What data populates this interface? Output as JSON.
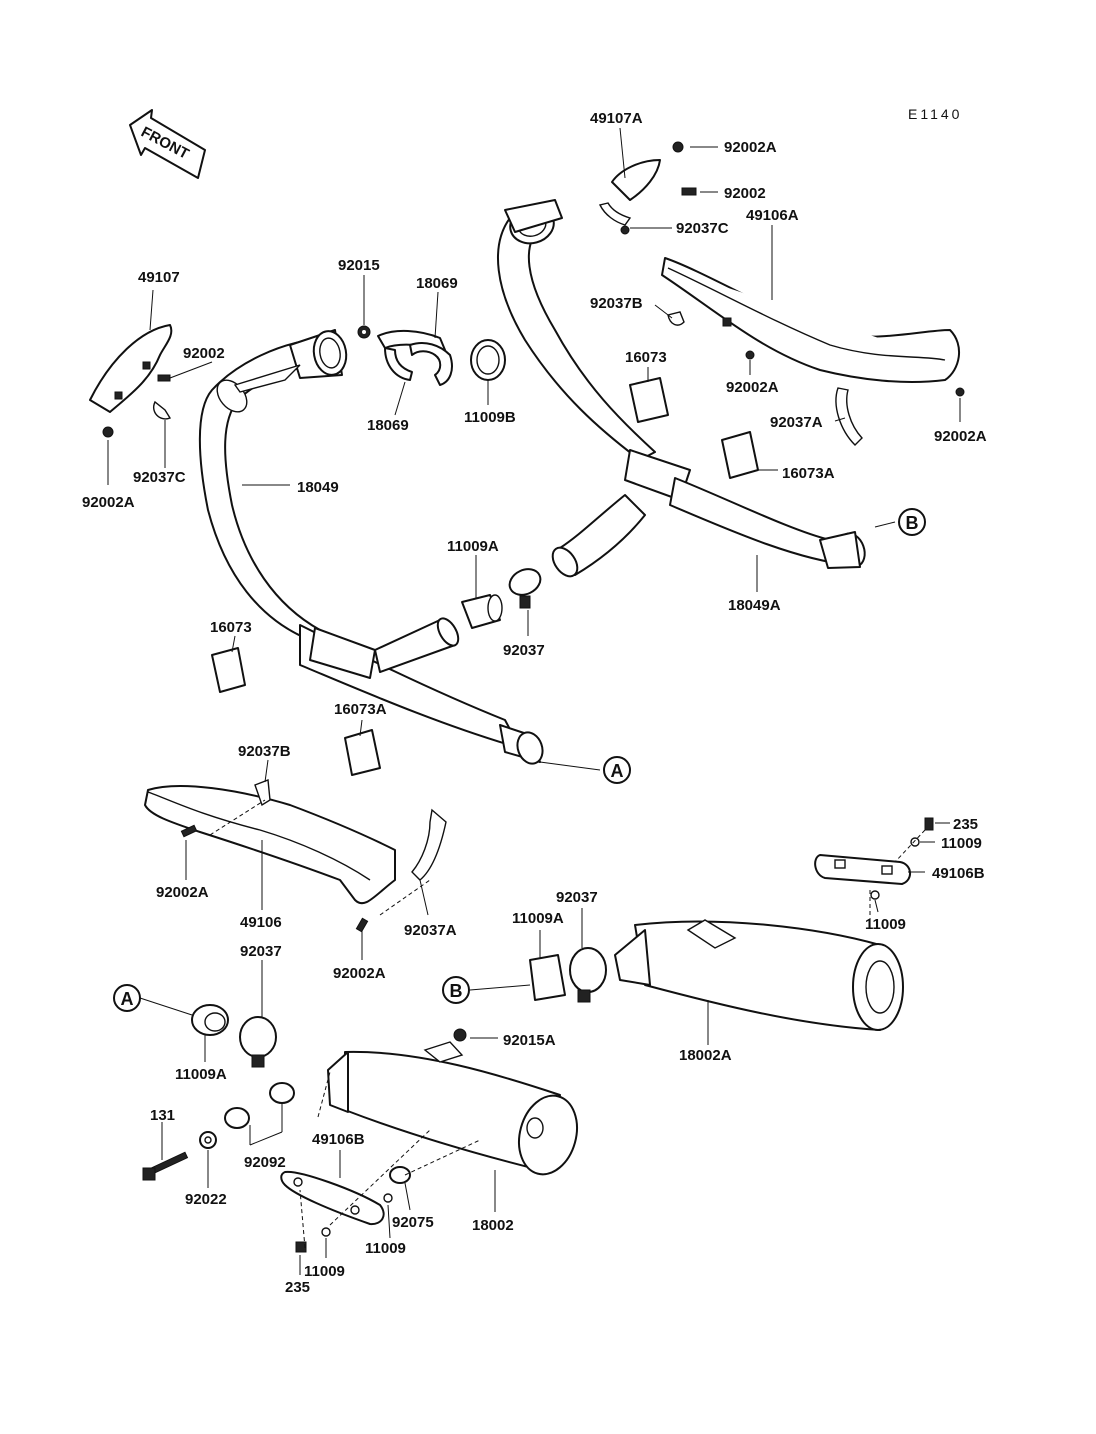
{
  "diagram_code": "E1140",
  "front_label": "FRONT",
  "callouts": {
    "a": "A",
    "b": "B"
  },
  "labels": {
    "p49107A": "49107A",
    "p92002A_1": "92002A",
    "p92002_1": "92002",
    "p92037C_1": "92037C",
    "p49106A": "49106A",
    "p49107": "49107",
    "p92015": "92015",
    "p18069_top": "18069",
    "p92002_2": "92002",
    "p18069_bottom": "18069",
    "p11009B": "11009B",
    "p92037B_1": "92037B",
    "p16073_1": "16073",
    "p92002A_2": "92002A",
    "p92037A_1": "92037A",
    "p92002A_3": "92002A",
    "p16073A_1": "16073A",
    "p92037C_2": "92037C",
    "p92002A_4": "92002A",
    "p18049": "18049",
    "p11009A_1": "11009A",
    "p18049A": "18049A",
    "p92037_1": "92037",
    "p16073_2": "16073",
    "p16073A_2": "16073A",
    "p92037B_2": "92037B",
    "p235_1": "235",
    "p11009_1": "11009",
    "p49106B_1": "49106B",
    "p92002A_5": "92002A",
    "p49106": "49106",
    "p92037A_2": "92037A",
    "p11009_2": "11009",
    "p92037_2": "92037",
    "p11009A_2": "11009A",
    "p92002A_6": "92002A",
    "p92037_3": "92037",
    "p18002A": "18002A",
    "p92015A": "92015A",
    "p11009A_3": "11009A",
    "p131": "131",
    "p92092": "92092",
    "p92022": "92022",
    "p49106B_2": "49106B",
    "p92075": "92075",
    "p18002": "18002",
    "p11009_3": "11009",
    "p11009_4": "11009",
    "p235_2": "235"
  }
}
